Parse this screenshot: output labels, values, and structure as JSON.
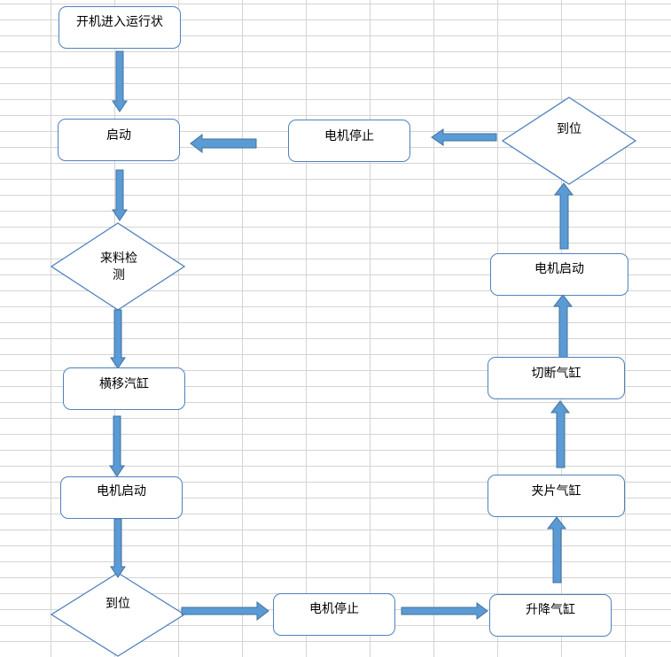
{
  "nodes": {
    "n1": "开机进入运行状",
    "n2": "启动",
    "n3_line1": "来料检",
    "n3_line2": "测",
    "n4": "横移汽缸",
    "n5": "电机启动",
    "n6": "到位",
    "n7": "电机停止",
    "n8": "升降气缸",
    "n9": "夹片气缸",
    "n10": "切断气缸",
    "n11": "电机启动",
    "n12": "到位",
    "n13": "电机停止"
  },
  "colors": {
    "border": "#4f81bd",
    "arrow_fill": "#5b9bd5",
    "arrow_stroke": "#41719c",
    "grid": "#d4d4d4"
  }
}
